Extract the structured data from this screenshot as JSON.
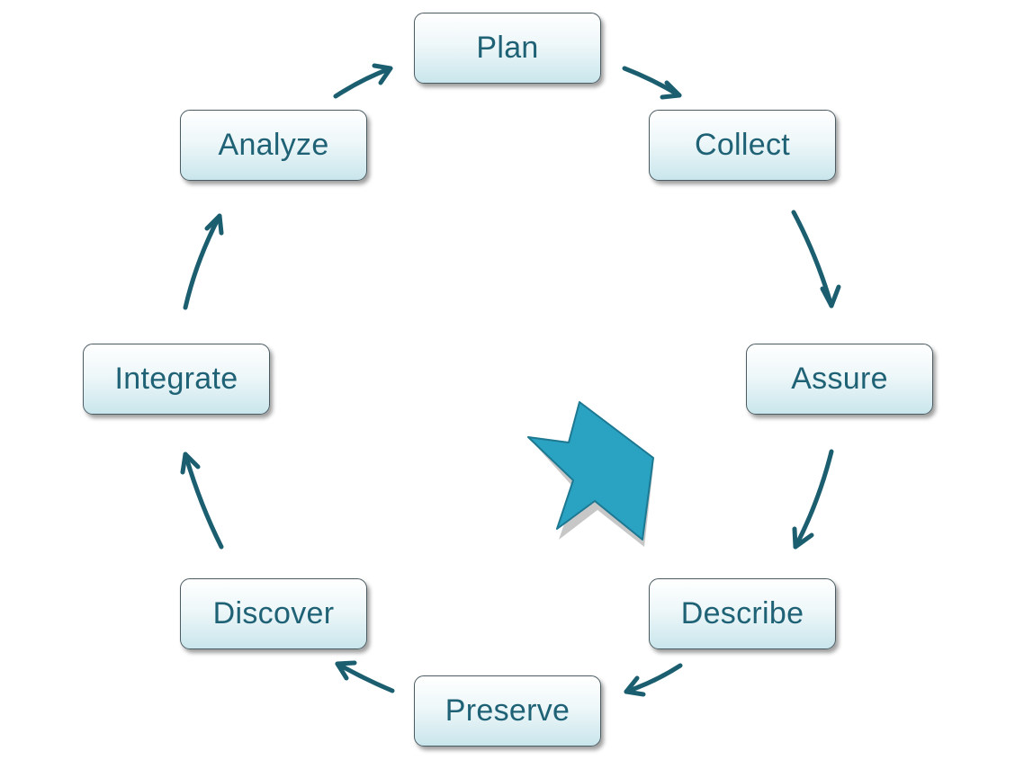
{
  "diagram": {
    "stages": [
      "Plan",
      "Collect",
      "Assure",
      "Describe",
      "Preserve",
      "Discover",
      "Integrate",
      "Analyze"
    ],
    "highlight_stage": "Describe",
    "colors": {
      "box_text": "#1f6276",
      "box_border": "#4a5c62",
      "connector": "#1b5e6f",
      "pointer_fill": "#2aa2c1",
      "pointer_stroke": "#1d7892"
    }
  }
}
